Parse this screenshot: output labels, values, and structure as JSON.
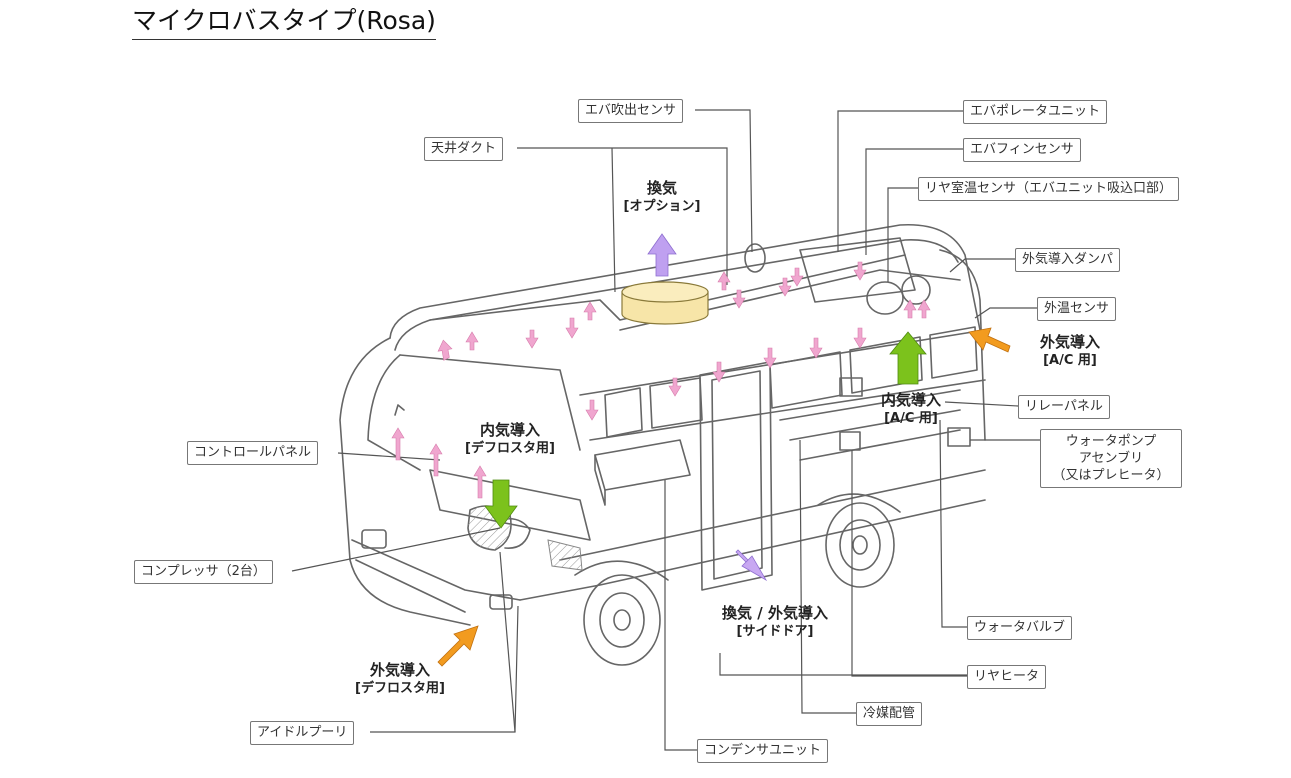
{
  "title": "マイクロバスタイプ(Rosa)",
  "labels": {
    "eva_outlet_sensor": "エバ吹出センサ",
    "ceiling_duct": "天井ダクト",
    "evaporator_unit": "エバポレータユニット",
    "eva_fin_sensor": "エバフィンセンサ",
    "rear_room_temp_sensor": "リヤ室温センサ（エバユニット吸込口部）",
    "outside_air_damper": "外気導入ダンパ",
    "outside_temp_sensor": "外温センサ",
    "relay_panel": "リレーパネル",
    "water_pump": [
      "ウォータポンプ",
      "アセンブリ",
      "（又はプレヒータ）"
    ],
    "control_panel": "コントロールパネル",
    "compressor": "コンプレッサ（2台）",
    "water_valve": "ウォータバルブ",
    "rear_heater": "リヤヒータ",
    "refrigerant_piping": "冷媒配管",
    "condenser_unit": "コンデンサユニット",
    "idle_pulley": "アイドルプーリ"
  },
  "flows": {
    "ventilation_option": {
      "line1": "換気",
      "line2": "[オプション]"
    },
    "outside_air_ac": {
      "line1": "外気導入",
      "line2": "[A/C 用]"
    },
    "inside_air_ac": {
      "line1": "内気導入",
      "line2": "[A/C 用]"
    },
    "inside_air_defroster": {
      "line1": "内気導入",
      "line2": "[デフロスタ用]"
    },
    "vent_outside_side_door": {
      "line1": "換気 / 外気導入",
      "line2": "[サイドドア]"
    },
    "outside_air_defroster": {
      "line1": "外気導入",
      "line2": "[デフロスタ用]"
    }
  },
  "colors": {
    "pink_arrow": "#f0a6cf",
    "lavender_arrow": "#bfa0f0",
    "green_arrow": "#7cc21c",
    "orange_arrow": "#f29b1f",
    "duct_fill": "#f7e5a8",
    "leader_line": "#555555",
    "outline": "#666666"
  }
}
